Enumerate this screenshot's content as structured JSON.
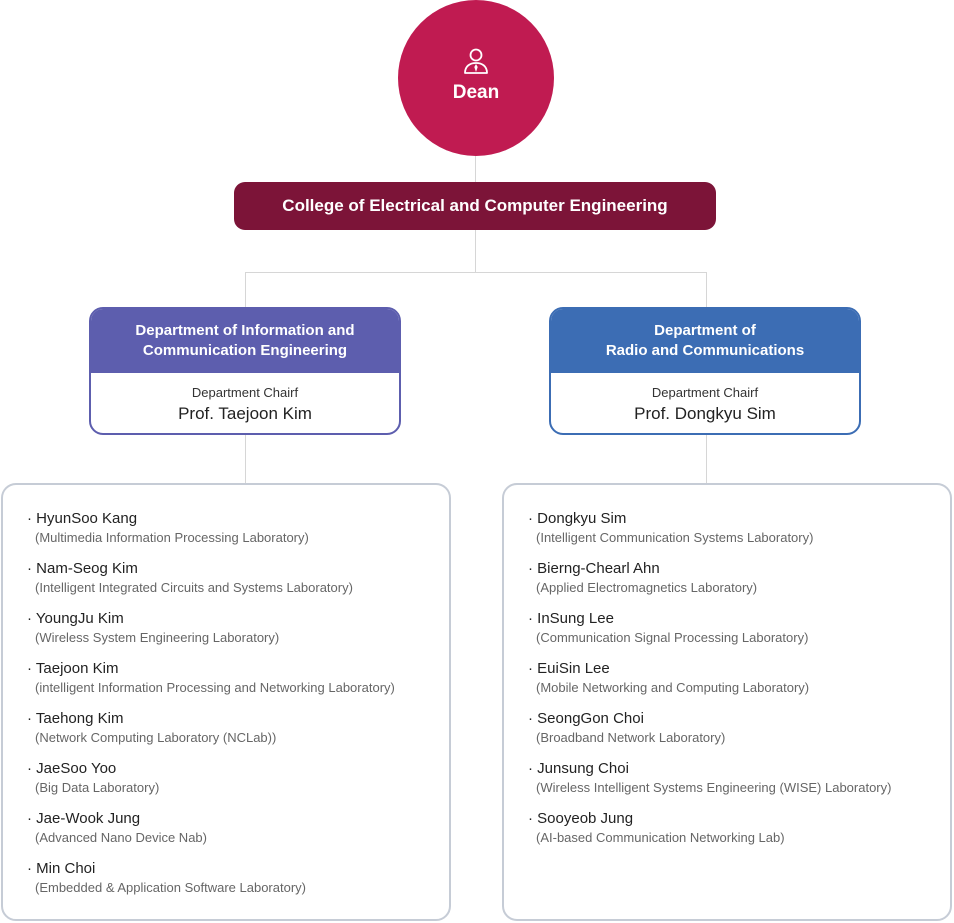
{
  "dean": {
    "label": "Dean",
    "icon": "person-tie-icon"
  },
  "college": {
    "label": "College of Electrical and Computer Engineering"
  },
  "departments": [
    {
      "title_line1": "Department of Information and",
      "title_line2": "Communication Engineering",
      "chair_label": "Department Chairf",
      "chair_name": "Prof. Taejoon Kim",
      "color": "#5d5eae"
    },
    {
      "title_line1": "Department of",
      "title_line2": "Radio and Communications",
      "chair_label": "Department Chairf",
      "chair_name": "Prof. Dongkyu Sim",
      "color": "#3c6db4"
    }
  ],
  "bullet": "·",
  "faculty_left": [
    {
      "name": "HyunSoo Kang",
      "lab": "(Multimedia Information Processing Laboratory)"
    },
    {
      "name": "Nam-Seog Kim",
      "lab": "(Intelligent Integrated Circuits and Systems Laboratory)"
    },
    {
      "name": "YoungJu Kim",
      "lab": "(Wireless System Engineering Laboratory)"
    },
    {
      "name": "Taejoon Kim",
      "lab": "(intelligent Information Processing and Networking Laboratory)"
    },
    {
      "name": "Taehong Kim",
      "lab": "(Network Computing Laboratory (NCLab))"
    },
    {
      "name": "JaeSoo Yoo",
      "lab": "(Big Data Laboratory)"
    },
    {
      "name": "Jae-Wook Jung",
      "lab": "(Advanced Nano Device Nab)"
    },
    {
      "name": "Min Choi",
      "lab": "(Embedded & Application Software Laboratory)"
    }
  ],
  "faculty_right": [
    {
      "name": "Dongkyu Sim",
      "lab": "(Intelligent Communication Systems Laboratory)"
    },
    {
      "name": "Bierng-Chearl Ahn",
      "lab": "(Applied Electromagnetics Laboratory)"
    },
    {
      "name": "InSung Lee",
      "lab": "(Communication Signal Processing Laboratory)"
    },
    {
      "name": "EuiSin Lee",
      "lab": "(Mobile Networking and Computing Laboratory)"
    },
    {
      "name": "SeongGon Choi",
      "lab": "(Broadband Network Laboratory)"
    },
    {
      "name": "Junsung Choi",
      "lab": "(Wireless Intelligent Systems Engineering (WISE) Laboratory)"
    },
    {
      "name": "Sooyeob Jung",
      "lab": "(AI-based Communication Networking Lab)"
    }
  ],
  "colors": {
    "dean": "#c01b51",
    "college": "#7c1438",
    "connector": "#d6d6d6",
    "panel_border": "#c6ccd6"
  }
}
